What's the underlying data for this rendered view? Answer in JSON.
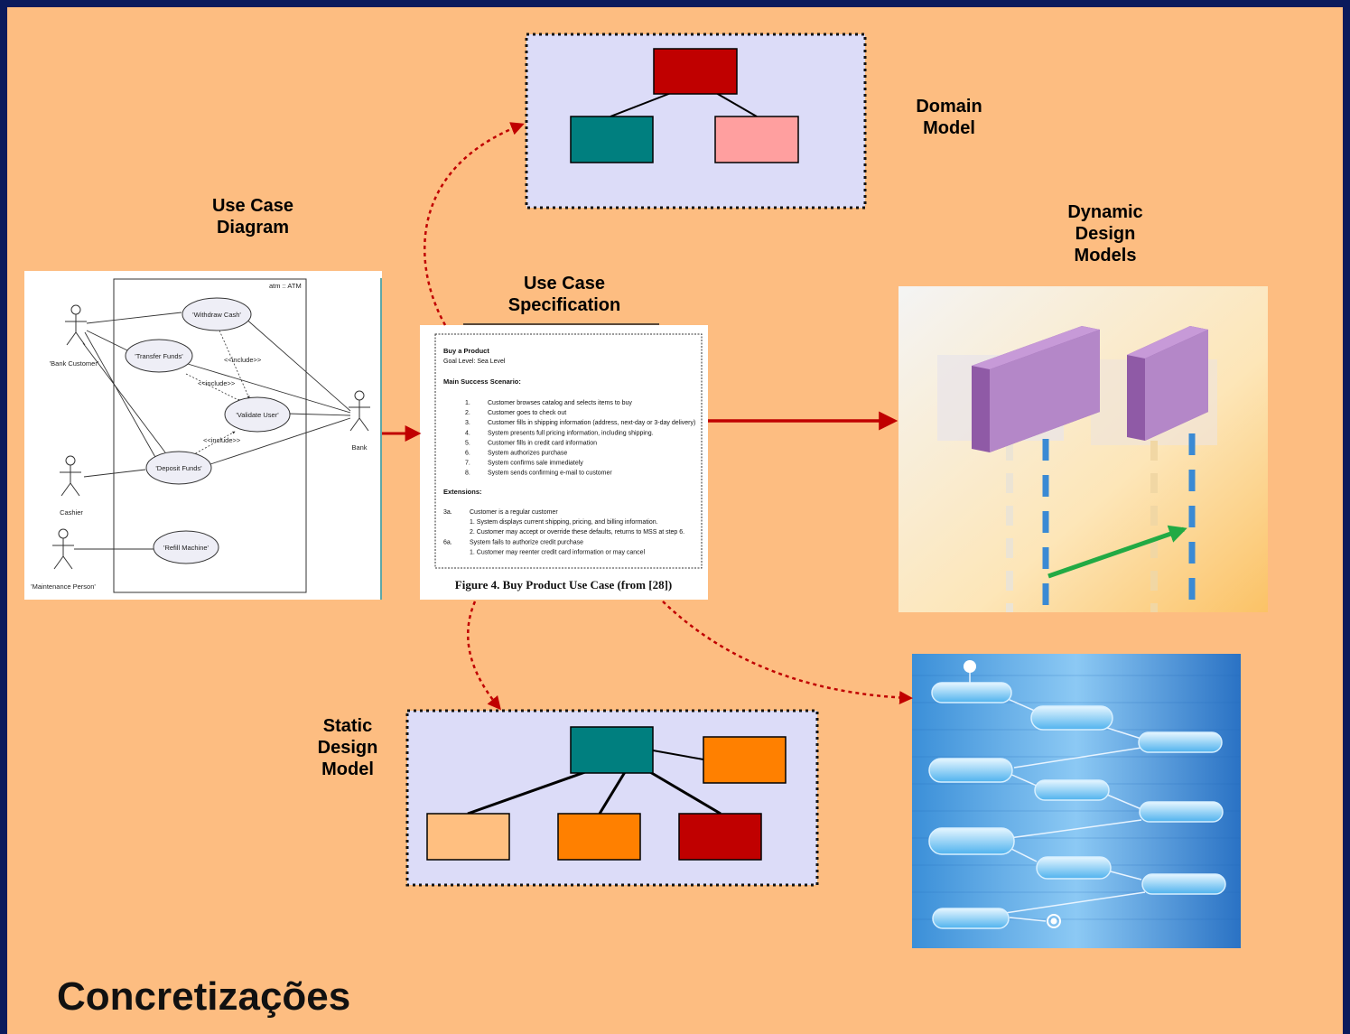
{
  "labels": {
    "use_case_diagram": [
      "Use Case",
      "Diagram"
    ],
    "use_case_specification": [
      "Use Case",
      "Specification"
    ],
    "domain_model": [
      "Domain",
      "Model"
    ],
    "dynamic_design_models": [
      "Dynamic",
      "Design",
      "Models"
    ],
    "static_design_model": [
      "Static",
      "Design",
      "Model"
    ]
  },
  "slide_title": "Concretizações",
  "use_case_diagram": {
    "system": "atm :: ATM",
    "actors": [
      "'Bank Customer'",
      "Cashier",
      "'Maintenance Person'",
      "Bank"
    ],
    "use_cases": [
      "'Withdraw Cash'",
      "'Transfer Funds'",
      "'Validate User'",
      "'Deposit Funds'",
      "'Refill Machine'"
    ],
    "include_label": "<<include>>"
  },
  "specification": {
    "heading": "Buy a Product",
    "goal": "Goal Level:  Sea Level",
    "main_title": "Main Success Scenario:",
    "steps": [
      {
        "n": "1.",
        "t": "Customer browses catalog and selects items to buy"
      },
      {
        "n": "2.",
        "t": "Customer goes to check out"
      },
      {
        "n": "3.",
        "t": "Customer fills in shipping information (address, next-day or 3-day delivery)"
      },
      {
        "n": "4.",
        "t": "System presents full pricing information, including shipping."
      },
      {
        "n": "5.",
        "t": "Customer fills in credit card information"
      },
      {
        "n": "6.",
        "t": "System authorizes purchase"
      },
      {
        "n": "7.",
        "t": "System confirms sale immediately"
      },
      {
        "n": "8.",
        "t": "System sends confirming e-mail to customer"
      }
    ],
    "ext_title": "Extensions:",
    "extensions": [
      {
        "n": "3a.",
        "t": "Customer is a regular customer"
      },
      {
        "n": "",
        "t": "1. System displays current shipping, pricing, and billing information."
      },
      {
        "n": "",
        "t": "2. Customer may accept or override these defaults, returns to MSS at step 6."
      },
      {
        "n": "6a.",
        "t": "System fails to authorize credit purchase"
      },
      {
        "n": "",
        "t": "1. Customer may reenter credit card information or may cancel"
      }
    ],
    "caption": "Figure 4.  Buy Product Use Case (from [28])"
  },
  "colors": {
    "background": "#fdbd81",
    "frame": "#0a1a5c",
    "arrow": "#c00000",
    "panel": "#dcdcf8",
    "dark_red": "#c00000",
    "teal": "#007f7f",
    "pink": "#ff9f9f",
    "orange": "#ff8000",
    "light_orange": "#ffbf80"
  }
}
